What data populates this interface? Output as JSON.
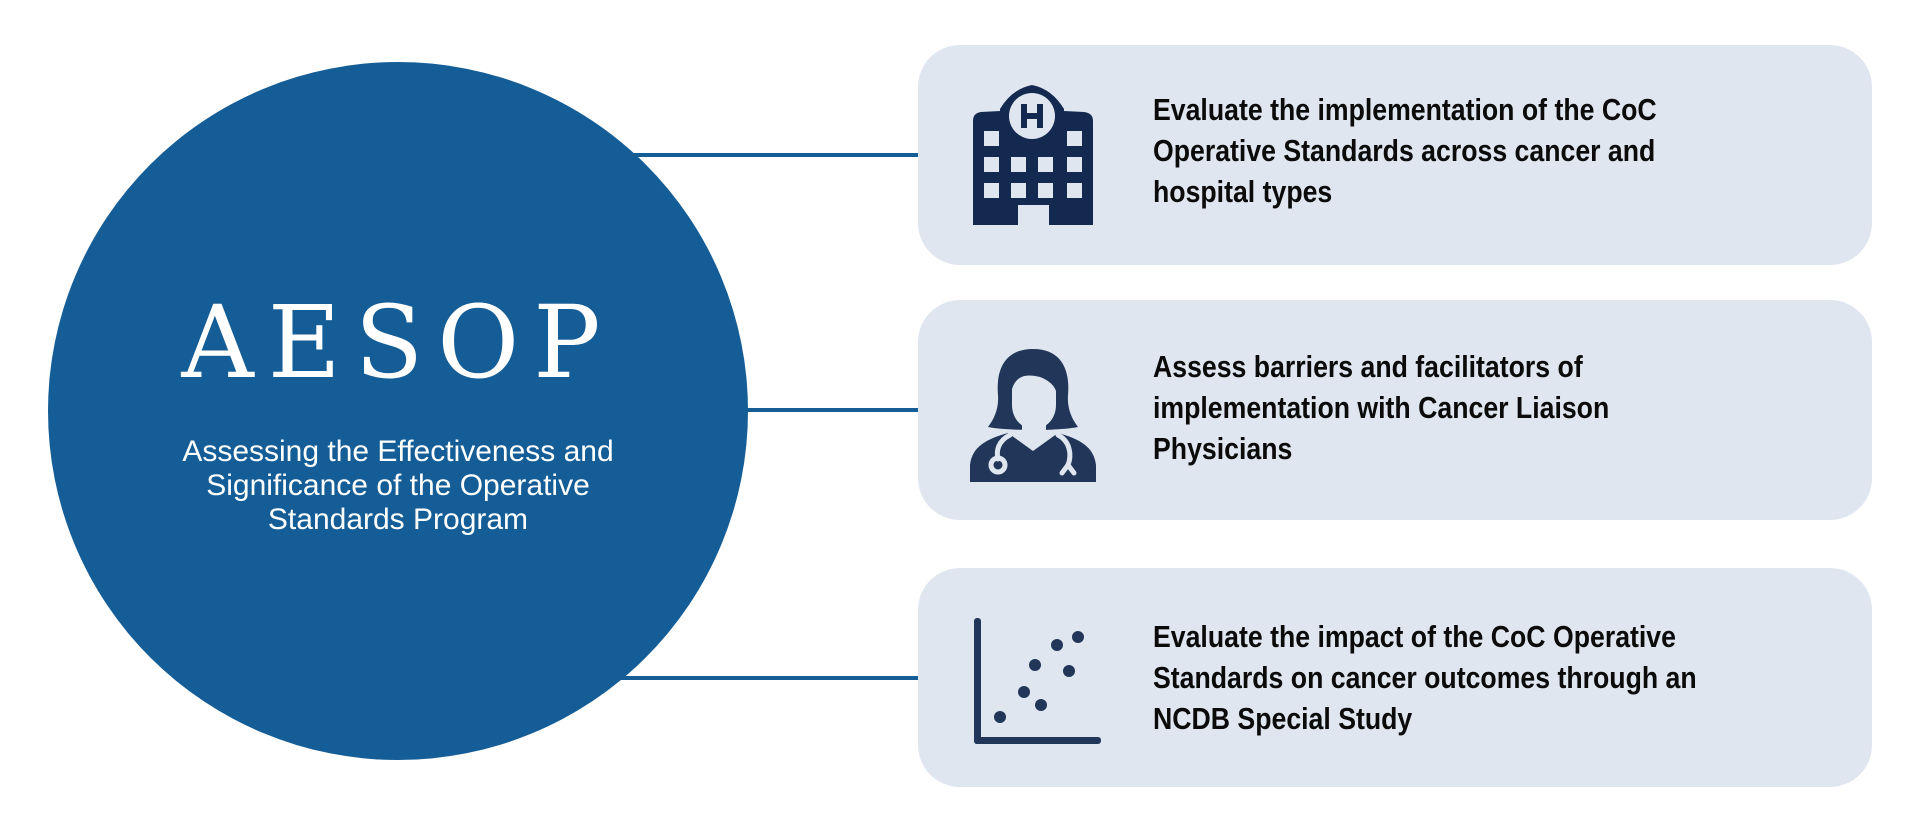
{
  "hub": {
    "title": "AESOP",
    "subtitle_lines": [
      "Assessing the Effectiveness and",
      "Significance of the Operative",
      "Standards Program"
    ]
  },
  "objectives": [
    {
      "icon": "hospital-icon",
      "lines": [
        "Evaluate the implementation of the CoC",
        "Operative Standards across cancer and",
        "hospital types"
      ]
    },
    {
      "icon": "doctor-icon",
      "lines": [
        "Assess barriers and facilitators of",
        "implementation with Cancer Liaison",
        "Physicians"
      ]
    },
    {
      "icon": "scatter-plot-icon",
      "lines": [
        "Evaluate the impact of the CoC Operative",
        "Standards on cancer outcomes through an",
        "NCDB Special Study"
      ]
    }
  ],
  "colors": {
    "hub": "#155d96",
    "card_background": "#dfe6ef",
    "icon": "#13294f",
    "text": "#0b0b0b"
  }
}
